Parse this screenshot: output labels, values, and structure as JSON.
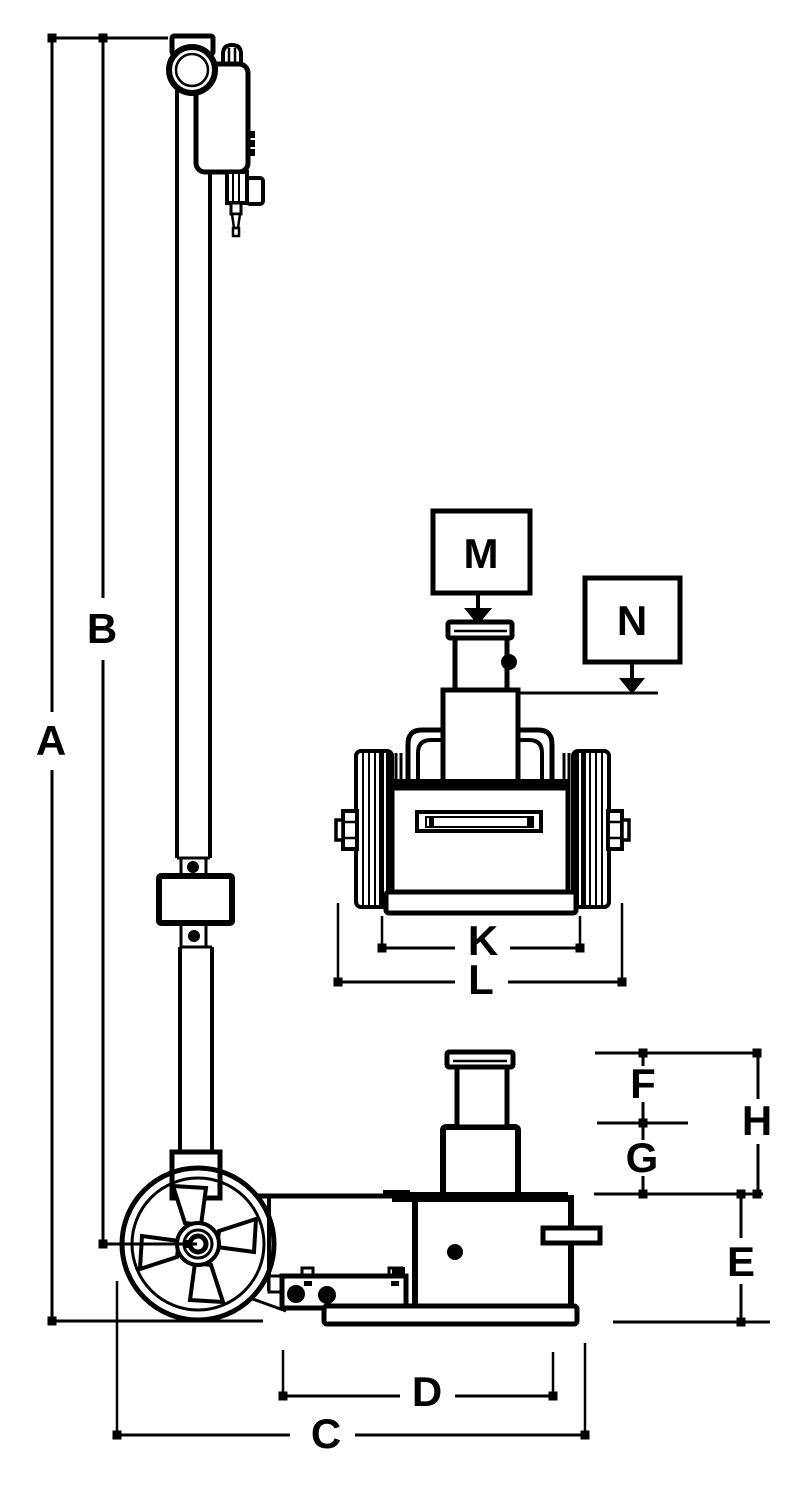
{
  "diagram": {
    "subject": "air-hydraulic-jack-dimension-drawing",
    "background_color": "#ffffff",
    "line_color": "#000000",
    "labels": {
      "a": "A",
      "b": "B",
      "c": "C",
      "d": "D",
      "e": "E",
      "f": "F",
      "g": "G",
      "h": "H",
      "k": "K",
      "l": "L",
      "m": "M",
      "n": "N"
    }
  }
}
